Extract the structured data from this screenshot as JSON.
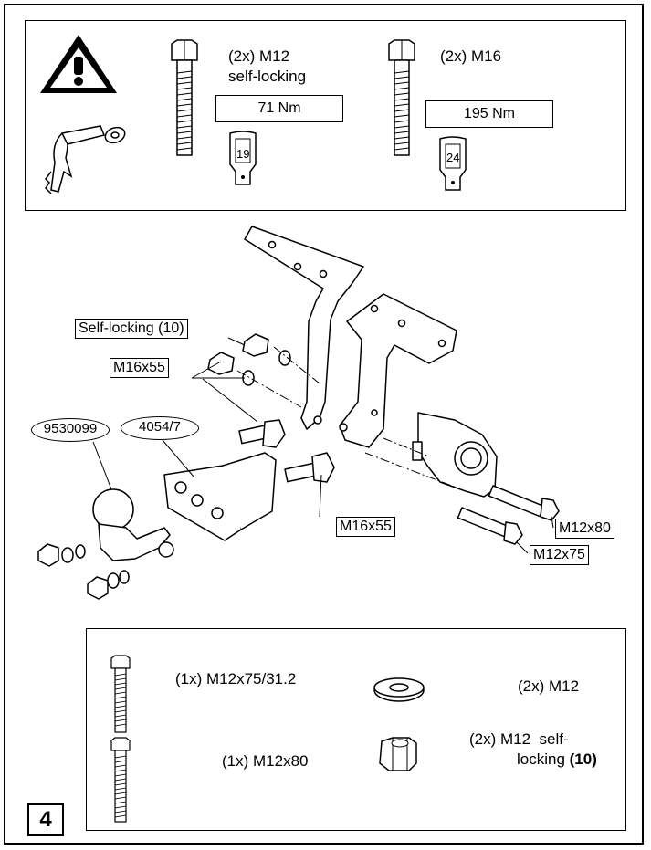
{
  "top_panel": {
    "bolt_a": {
      "label_line1": "(2x) M12",
      "label_line2": "self-locking",
      "torque": "71 Nm",
      "socket": "19"
    },
    "bolt_b": {
      "label": "(2x) M16",
      "torque": "195 Nm",
      "socket": "24"
    }
  },
  "assembly": {
    "callout_self_locking": "Self-locking (10)",
    "callout_m16_upper": "M16x55",
    "callout_m16_lower": "M16x55",
    "callout_part_ball": "9530099",
    "callout_part_plate": "4054/7",
    "callout_m12x80": "M12x80",
    "callout_m12x75": "M12x75"
  },
  "parts_list": {
    "item1": "(1x) M12x75/31.2",
    "item2": "(1x) M12x80",
    "item3": "(2x) M12",
    "item4_line1": "(2x) M12  self-",
    "item4_line2_prefix": "locking ",
    "item4_line2_bold": "(10)"
  },
  "step_number": "4"
}
